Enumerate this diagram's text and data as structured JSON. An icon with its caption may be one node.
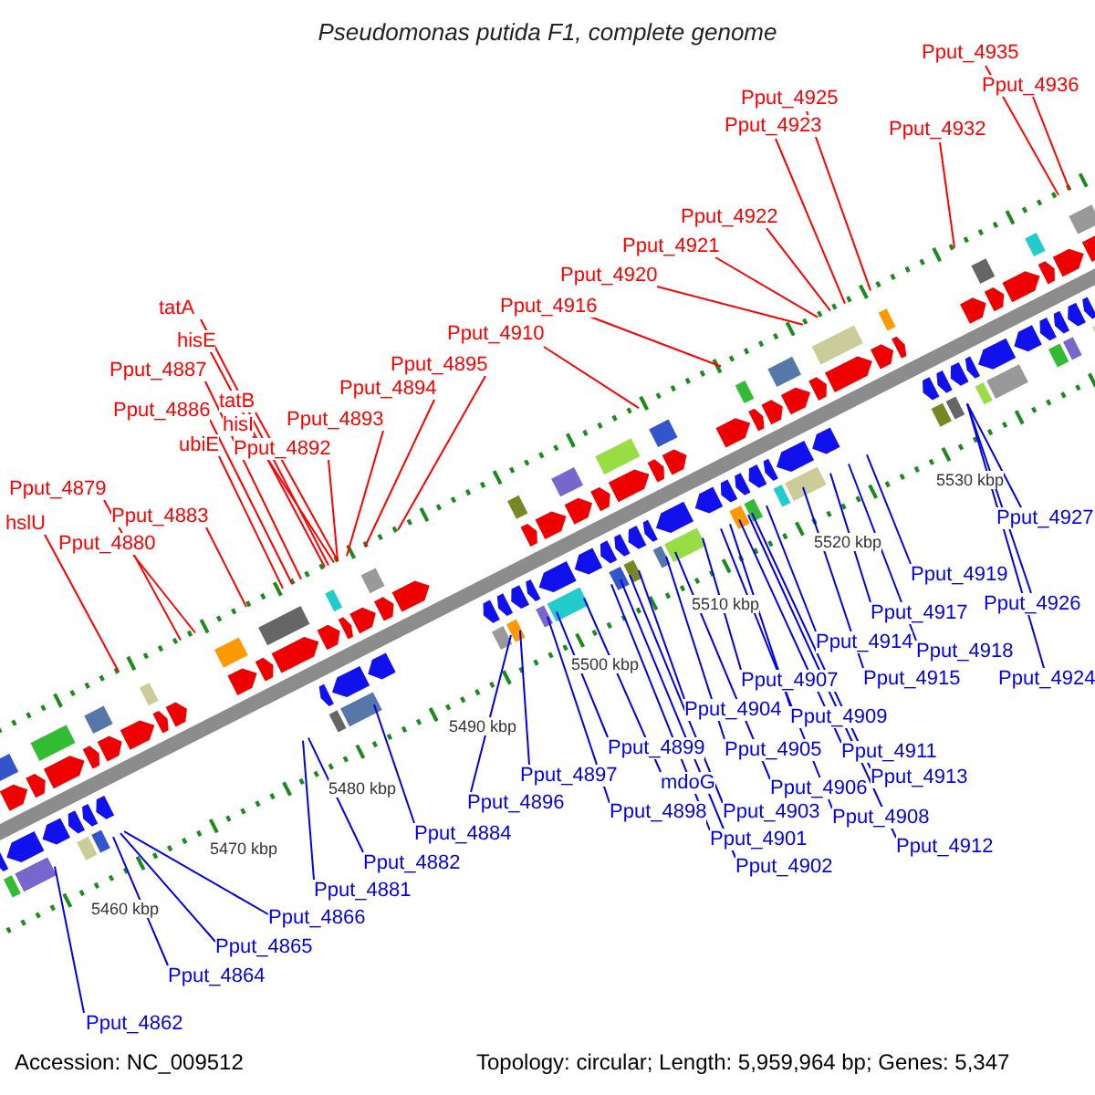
{
  "diagram": {
    "title": "Pseudomonas putida F1, complete genome",
    "nodes": [
      {
        "text": [
          "tatA"
        ]
      },
      {
        "text": [
          "hisE"
        ]
      },
      {
        "text": [
          "Pput_4887"
        ]
      },
      {
        "text": [
          "tatB"
        ]
      },
      {
        "text": [
          "Pput_4886"
        ]
      },
      {
        "text": [
          "hisI"
        ]
      },
      {
        "text": [
          "ubiE"
        ]
      },
      {
        "text": [
          "Pput_4892"
        ]
      },
      {
        "text": [
          "Pput_4893"
        ]
      },
      {
        "text": [
          "Pput_4894"
        ]
      },
      {
        "text": [
          "Pput_4895"
        ]
      },
      {
        "text": [
          "Pput_4910"
        ]
      },
      {
        "text": [
          "Pput_4916"
        ]
      },
      {
        "text": [
          "Pput_4920"
        ]
      },
      {
        "text": [
          "Pput_4921"
        ]
      },
      {
        "text": [
          "Pput_4922"
        ]
      },
      {
        "text": [
          "Pput_4923"
        ]
      },
      {
        "text": [
          "Pput_4925"
        ]
      },
      {
        "text": [
          "Pput_4932"
        ]
      },
      {
        "text": [
          "Pput_4935"
        ]
      },
      {
        "text": [
          "Pput_4936"
        ]
      },
      {
        "text": [
          "Pput_4879"
        ]
      },
      {
        "text": [
          "hslU"
        ]
      },
      {
        "text": [
          "Pput_4880"
        ]
      },
      {
        "text": [
          "Pput_4883"
        ]
      },
      {
        "text": [
          "Pput_4862"
        ]
      },
      {
        "text": [
          "Pput_4864"
        ]
      },
      {
        "text": [
          "Pput_4865"
        ]
      },
      {
        "text": [
          "Pput_4866"
        ]
      },
      {
        "text": [
          "Pput_4881"
        ]
      },
      {
        "text": [
          "Pput_4882"
        ]
      },
      {
        "text": [
          "Pput_4884"
        ]
      },
      {
        "text": [
          "Pput_4896"
        ]
      },
      {
        "text": [
          "Pput_4897"
        ]
      },
      {
        "text": [
          "Pput_4898"
        ]
      },
      {
        "text": [
          "Pput_4899"
        ]
      },
      {
        "text": [
          "mdoG"
        ]
      },
      {
        "text": [
          "Pput_4901"
        ]
      },
      {
        "text": [
          "Pput_4902"
        ]
      },
      {
        "text": [
          "Pput_4903"
        ]
      },
      {
        "text": [
          "Pput_4904"
        ]
      },
      {
        "text": [
          "Pput_4905"
        ]
      },
      {
        "text": [
          "Pput_4906"
        ]
      },
      {
        "text": [
          "Pput_4907"
        ]
      },
      {
        "text": [
          "Pput_4908"
        ]
      },
      {
        "text": [
          "Pput_4909"
        ]
      },
      {
        "text": [
          "Pput_4911"
        ]
      },
      {
        "text": [
          "Pput_4912"
        ]
      },
      {
        "text": [
          "Pput_4913"
        ]
      },
      {
        "text": [
          "Pput_4914"
        ]
      },
      {
        "text": [
          "Pput_4915"
        ]
      },
      {
        "text": [
          "Pput_4917"
        ]
      },
      {
        "text": [
          "Pput_4918"
        ]
      },
      {
        "text": [
          "Pput_4919"
        ]
      },
      {
        "text": [
          "Pput_4924"
        ]
      },
      {
        "text": [
          "Pput_4926"
        ]
      },
      {
        "text": [
          "Pput_4927"
        ]
      }
    ],
    "edges": [
      {
        "from": 0,
        "to": null,
        "arrow": "none",
        "color": "#ff0000"
      },
      {
        "from": 1,
        "to": null,
        "arrow": "none",
        "color": "#ff0000"
      },
      {
        "from": 2,
        "to": null,
        "arrow": "none",
        "color": "#ff0000"
      },
      {
        "from": 3,
        "to": null,
        "arrow": "none",
        "color": "#ff0000"
      },
      {
        "from": 4,
        "to": null,
        "arrow": "none",
        "color": "#ff0000"
      },
      {
        "from": 5,
        "to": null,
        "arrow": "none",
        "color": "#ff0000"
      },
      {
        "from": 6,
        "to": null,
        "arrow": "none",
        "color": "#ff0000"
      },
      {
        "from": 7,
        "to": null,
        "arrow": "none",
        "color": "#ff0000"
      },
      {
        "from": 8,
        "to": null,
        "arrow": "none",
        "color": "#ff0000"
      },
      {
        "from": 9,
        "to": null,
        "arrow": "none",
        "color": "#ff0000"
      },
      {
        "from": 10,
        "to": null,
        "arrow": "none",
        "color": "#ff0000"
      },
      {
        "from": 11,
        "to": null,
        "arrow": "none",
        "color": "#ff0000"
      },
      {
        "from": 12,
        "to": null,
        "arrow": "none",
        "color": "#ff0000"
      },
      {
        "from": 13,
        "to": null,
        "arrow": "none",
        "color": "#ff0000"
      },
      {
        "from": 14,
        "to": null,
        "arrow": "none",
        "color": "#ff0000"
      },
      {
        "from": 15,
        "to": null,
        "arrow": "none",
        "color": "#ff0000"
      },
      {
        "from": 16,
        "to": null,
        "arrow": "none",
        "color": "#ff0000"
      },
      {
        "from": 17,
        "to": null,
        "arrow": "none",
        "color": "#ff0000"
      },
      {
        "from": 18,
        "to": null,
        "arrow": "none",
        "color": "#ff0000"
      },
      {
        "from": 19,
        "to": null,
        "arrow": "none",
        "color": "#ff0000"
      },
      {
        "from": 20,
        "to": null,
        "arrow": "none",
        "color": "#ff0000"
      },
      {
        "from": 21,
        "to": null,
        "arrow": "none",
        "color": "#ff0000"
      },
      {
        "from": 22,
        "to": null,
        "arrow": "none",
        "color": "#ff0000"
      },
      {
        "from": 23,
        "to": null,
        "arrow": "none",
        "color": "#ff0000"
      },
      {
        "from": 24,
        "to": null,
        "arrow": "none",
        "color": "#ff0000"
      },
      {
        "from": 25,
        "to": null,
        "arrow": "none"
      },
      {
        "from": 26,
        "to": null,
        "arrow": "none"
      },
      {
        "from": 27,
        "to": null,
        "arrow": "none"
      },
      {
        "from": 28,
        "to": null,
        "arrow": "none"
      },
      {
        "from": 29,
        "to": null,
        "arrow": "none"
      },
      {
        "from": 30,
        "to": null,
        "arrow": "none"
      },
      {
        "from": 31,
        "to": null,
        "arrow": "none"
      },
      {
        "from": 32,
        "to": null,
        "arrow": "none"
      },
      {
        "from": 33,
        "to": null,
        "arrow": "none"
      },
      {
        "from": 34,
        "to": null,
        "arrow": "none"
      },
      {
        "from": 35,
        "to": null,
        "arrow": "none"
      },
      {
        "from": 36,
        "to": null,
        "arrow": "none"
      },
      {
        "from": 37,
        "to": null,
        "arrow": "none"
      },
      {
        "from": 38,
        "to": null,
        "arrow": "none"
      },
      {
        "from": 39,
        "to": null,
        "arrow": "none"
      },
      {
        "from": 40,
        "to": null,
        "arrow": "none"
      },
      {
        "from": 41,
        "to": null,
        "arrow": "none"
      },
      {
        "from": 42,
        "to": null,
        "arrow": "none"
      },
      {
        "from": 43,
        "to": null,
        "arrow": "none"
      },
      {
        "from": 44,
        "to": null,
        "arrow": "none"
      },
      {
        "from": 45,
        "to": null,
        "arrow": "none"
      },
      {
        "from": 46,
        "to": null,
        "arrow": "none"
      },
      {
        "from": 47,
        "to": null,
        "arrow": "none"
      },
      {
        "from": 48,
        "to": null,
        "arrow": "none"
      },
      {
        "from": 49,
        "to": null,
        "arrow": "none"
      },
      {
        "from": 50,
        "to": null,
        "arrow": "none"
      },
      {
        "from": 51,
        "to": null,
        "arrow": "none"
      },
      {
        "from": 52,
        "to": null,
        "arrow": "none"
      },
      {
        "from": 53,
        "to": null,
        "arrow": "none"
      },
      {
        "from": 54,
        "to": null,
        "arrow": "none"
      },
      {
        "from": 55,
        "to": null,
        "arrow": "none"
      },
      {
        "from": 56,
        "to": null,
        "arrow": "none"
      }
    ],
    "labels": [
      "5530 kbp",
      "5520 kbp",
      "5510 kbp",
      "5500 kbp",
      "5490 kbp",
      "5480 kbp",
      "5470 kbp",
      "5460 kbp",
      "Accession: NC_009512",
      "Topology: circular; Length: 5,959,964 bp; Genes: 5,347"
    ]
  }
}
